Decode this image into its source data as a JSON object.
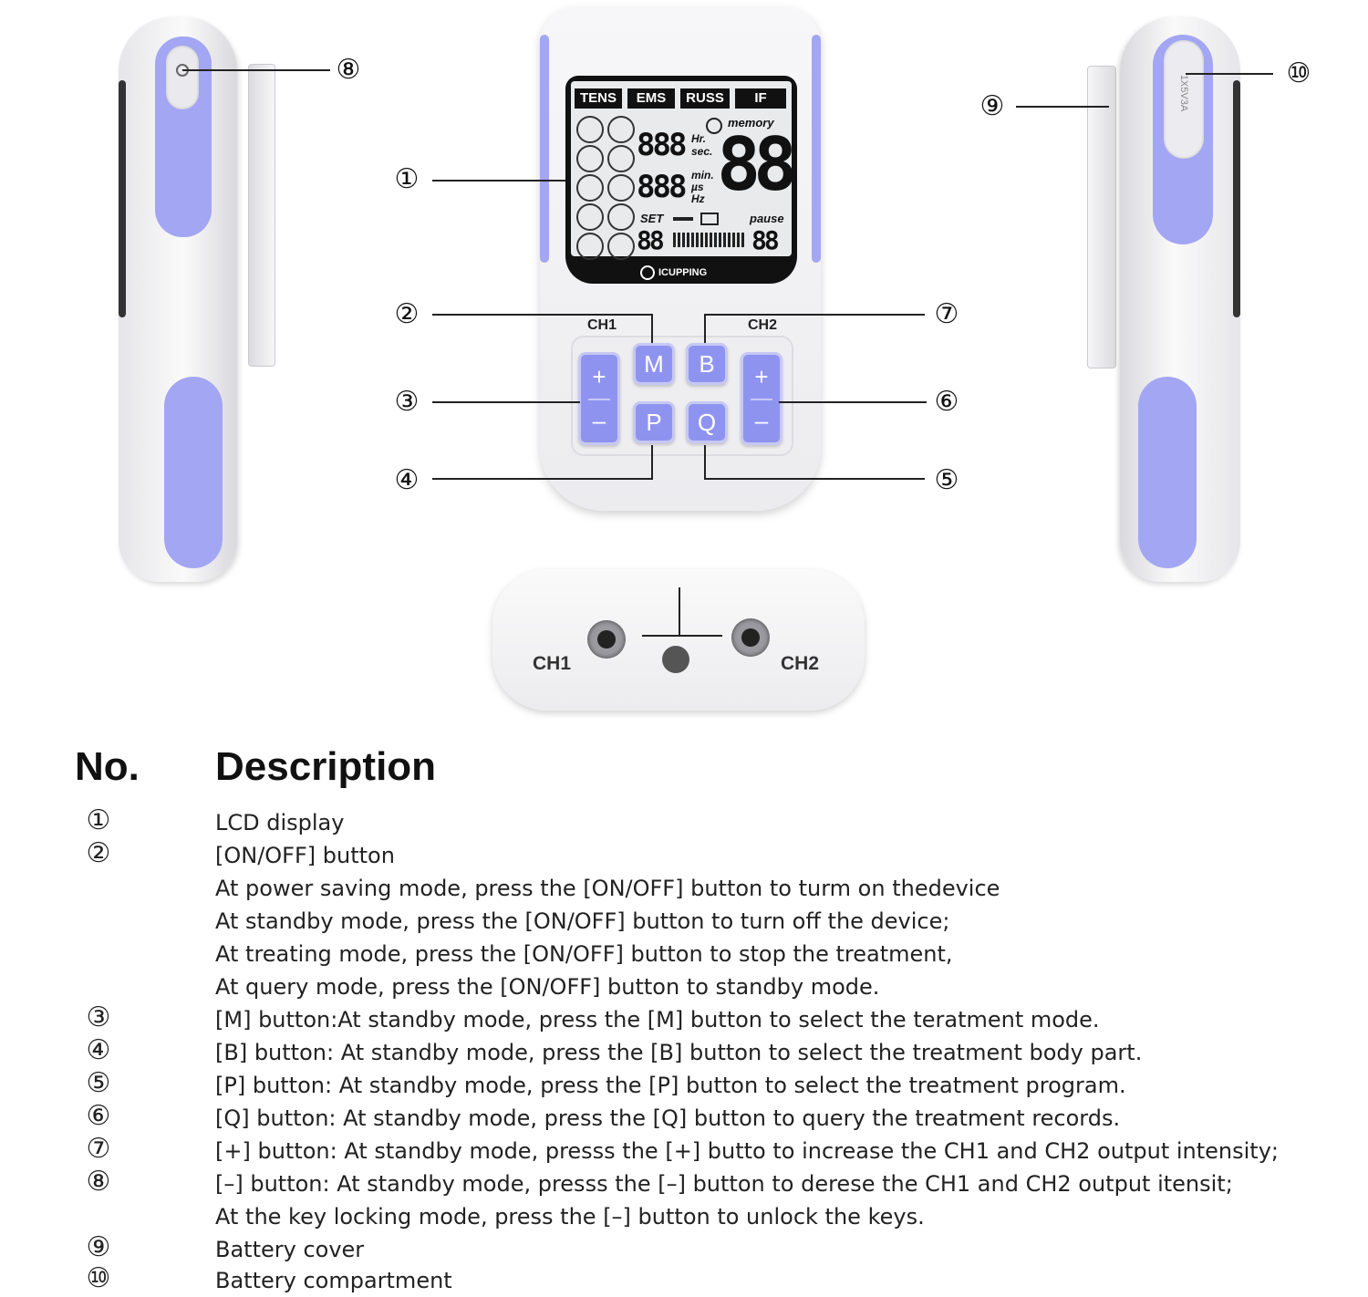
{
  "device": {
    "lcd_modes": [
      "TENS",
      "EMS",
      "RUSS",
      "IF"
    ],
    "lcd_memory": "memory",
    "lcd_units_top": [
      "Hr.",
      "sec."
    ],
    "lcd_units_mid": [
      "min.",
      "µs",
      "Hz"
    ],
    "lcd_set": "SET",
    "lcd_pause": "pause",
    "lcd_digits_small": "888",
    "lcd_digits_big": "88",
    "lcd_digits_bottom": "88",
    "brand": "ICUPPING",
    "ch1_label": "CH1",
    "ch2_label": "CH2",
    "buttons": {
      "m": "M",
      "b": "B",
      "p": "P",
      "q": "Q",
      "plus": "+",
      "minus": "–"
    },
    "bottom_ch1": "CH1",
    "bottom_ch2": "CH2",
    "battery_text": "1X5V3A"
  },
  "callouts": [
    "①",
    "②",
    "③",
    "④",
    "⑤",
    "⑥",
    "⑦",
    "⑧",
    "⑨",
    "⑩"
  ],
  "table": {
    "header_no": "No.",
    "header_desc": "Description",
    "rows": [
      {
        "no": "①",
        "lines": [
          "LCD display"
        ]
      },
      {
        "no": "②",
        "lines": [
          "[ON/OFF] button",
          "At power saving mode, press the [ON/OFF] button to turm on thedevice",
          "At standby mode, press the [ON/OFF] button to turn off the device;",
          "At treating mode, press the [ON/OFF] button to stop the treatment,",
          "At query mode, press the [ON/OFF] button to standby mode."
        ]
      },
      {
        "no": "③",
        "lines": [
          "[M] button:At standby mode, press the [M] button to select the teratment mode."
        ]
      },
      {
        "no": "④",
        "lines": [
          "[B] button: At standby mode, press the [B] button to select the treatment body part."
        ]
      },
      {
        "no": "⑤",
        "lines": [
          "[P] button: At standby mode, press the [P] button to select the treatment program."
        ]
      },
      {
        "no": "⑥",
        "lines": [
          "[Q] button: At standby mode, press the [Q] button to query the treatment records."
        ]
      },
      {
        "no": "⑦",
        "lines": [
          "[+] button: At standby mode, presss the [+] butto to increase the CH1 and CH2 output intensity;"
        ]
      },
      {
        "no": "⑧",
        "lines": [
          "[–] button: At standby mode, presss the [–] button to derese the CH1 and CH2 output itensit;",
          "At the key locking mode, press the [–] button to unlock the keys."
        ]
      },
      {
        "no": "⑨",
        "lines": [
          "Battery cover"
        ]
      },
      {
        "no": "⑩",
        "lines": [
          "Battery compartment"
        ]
      }
    ]
  },
  "colors": {
    "accent": "#8f93f0",
    "accent_light": "#c6c8f4",
    "body": "#f2f2f4",
    "lcd_bg": "#e8eaec"
  }
}
